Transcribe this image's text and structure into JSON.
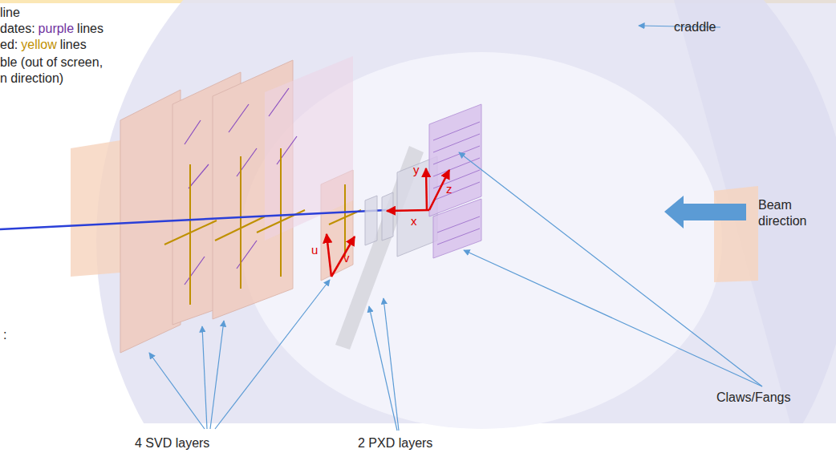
{
  "diagram": {
    "labels": [
      "line",
      "dates:",
      "purple",
      "lines",
      "ed:",
      "yellow",
      "lines",
      "ble (out of screen,",
      "n direction)",
      "craddle",
      "Beam direction",
      "y",
      "z",
      "x",
      "u",
      "v",
      ":",
      "Claws/Fangs",
      "4 SVD layers",
      "2 PXD layers"
    ]
  }
}
